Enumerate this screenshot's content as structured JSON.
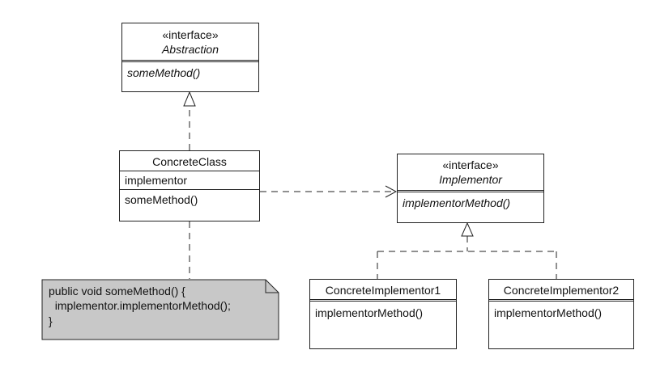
{
  "abstraction": {
    "stereotype": "«interface»",
    "name": "Abstraction",
    "method": "someMethod()"
  },
  "concrete_class": {
    "name": "ConcreteClass",
    "field": "implementor",
    "method": "someMethod()"
  },
  "implementor": {
    "stereotype": "«interface»",
    "name": "Implementor",
    "method": "implementorMethod()"
  },
  "concrete_implementor_1": {
    "name": "ConcreteImplementor1",
    "method": "implementorMethod()"
  },
  "concrete_implementor_2": {
    "name": "ConcreteImplementor2",
    "method": "implementorMethod()"
  },
  "note": {
    "lines": [
      "public void someMethod() {",
      "  implementor.implementorMethod();",
      "}"
    ]
  },
  "colors": {
    "note_fill": "#c8c8c8",
    "line": "#222222"
  }
}
